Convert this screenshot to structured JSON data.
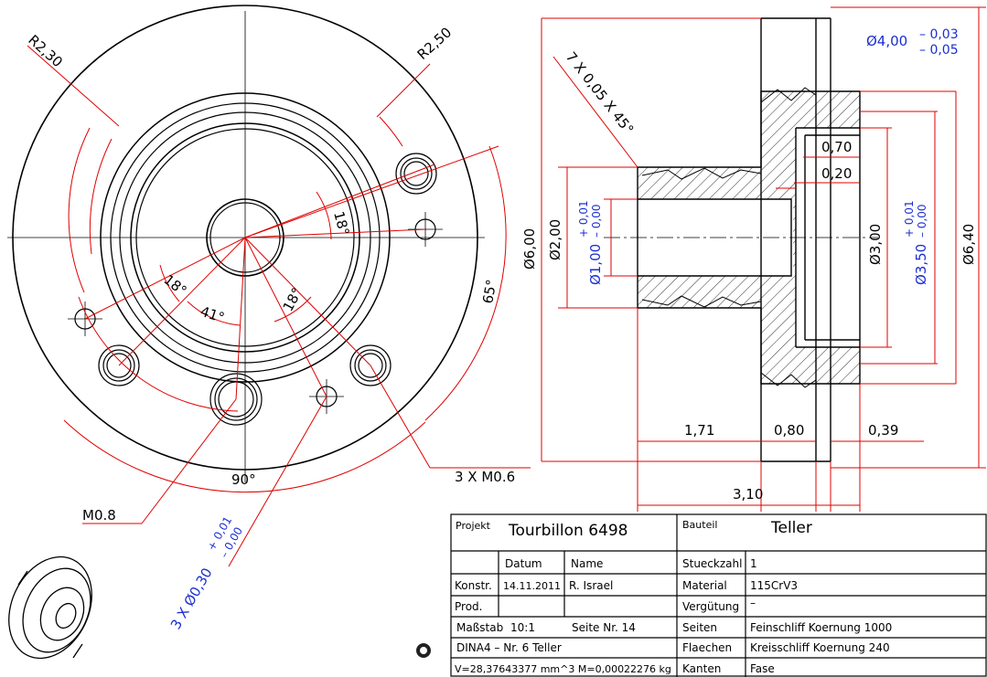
{
  "colors": {
    "outline": "#000000",
    "dimension": "#e00000",
    "tolerance": "#1a2fd0"
  },
  "front_view": {
    "radius_small": "R2,30",
    "radius_large": "R2,50",
    "angle_18_a": "18°",
    "angle_18_b": "18°",
    "angle_18_c": "18°",
    "angle_41": "41°",
    "angle_65": "65°",
    "angle_90": "90°",
    "thread_m06": "3 X M0.6",
    "thread_m08": "M0.8",
    "hole_dia": "3 X Ø0,30",
    "hole_tol_upper": "+ 0,01",
    "hole_tol_lower": "– 0,00"
  },
  "section_view": {
    "chamfer": "7 X 0,05 X 45°",
    "outer_dia": "Ø6,00",
    "hub_dia": "Ø2,00",
    "bore_dia": "Ø1,00",
    "bore_tol_upper": "+ 0,01",
    "bore_tol_lower": "– 0,00",
    "rim_dia": "Ø4,00",
    "rim_tol_upper": "– 0,03",
    "rim_tol_lower": "– 0,05",
    "recess_dia": "Ø3,00",
    "recess2_dia": "Ø3,50",
    "recess2_tol_upper": "+ 0,01",
    "recess2_tol_lower": "– 0,00",
    "total_dia": "Ø6,40",
    "depth_070": "0,70",
    "depth_020": "0,20",
    "len_171": "1,71",
    "len_080": "0,80",
    "len_039": "0,39",
    "len_310": "3,10"
  },
  "title_block": {
    "projekt_label": "Projekt",
    "projekt_value": "Tourbillon 6498",
    "bauteil_label": "Bauteil",
    "bauteil_value": "Teller",
    "datum_label": "Datum",
    "name_label": "Name",
    "konstr_label": "Konstr.",
    "konstr_datum": "14.11.2011",
    "konstr_name": "R. Israel",
    "prod_label": "Prod.",
    "massstab_label": "Maßstab",
    "massstab_value": "10:1",
    "seite": "Seite Nr. 14",
    "format": "DINA4 – Nr. 6 Teller",
    "volume": "V=28,37643377 mm^3 M=0,00022276 kg",
    "rows": [
      {
        "label": "Stueckzahl",
        "value": "1"
      },
      {
        "label": "Material",
        "value": "115CrV3"
      },
      {
        "label": "Vergütung",
        "value": "–"
      },
      {
        "label": "Seiten",
        "value": "Feinschliff Koernung 1000"
      },
      {
        "label": "Flaechen",
        "value": "Kreisschliff Koernung 240"
      },
      {
        "label": "Kanten",
        "value": "Fase"
      }
    ]
  }
}
